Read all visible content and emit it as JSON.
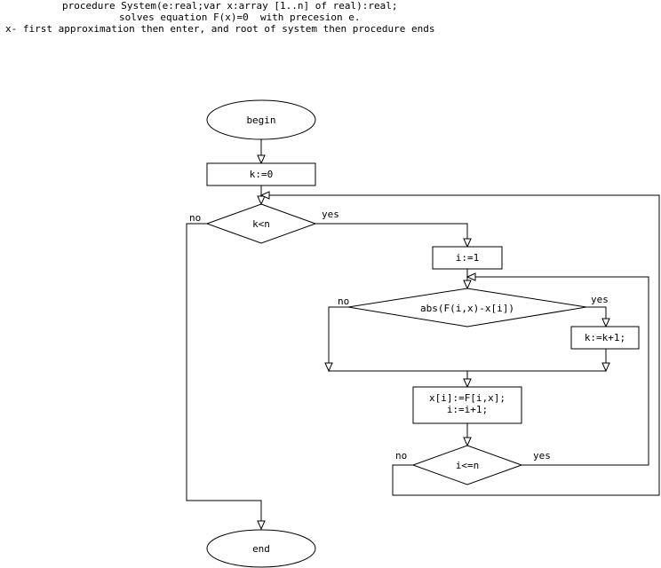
{
  "header": {
    "line1": "procedure System(e:real;var x:array [1..n] of real):real;",
    "line2": "solves equation F(x)=0  with precesion e.",
    "line3": "x- first approximation then enter, and root of system then procedure ends"
  },
  "nodes": {
    "begin": "begin",
    "k_init": "k:=0",
    "k_cond": "k<n",
    "i_init": "i:=1",
    "abs_cond": "abs(F(i,x)-x[i])",
    "k_inc": "k:=k+1;",
    "assign_line1": "x[i]:=F[i,x];",
    "assign_line2": "i:=i+1;",
    "i_cond": "i<=n",
    "end": "end"
  },
  "branch_labels": {
    "k_no": "no",
    "k_yes": "yes",
    "abs_no": "no",
    "abs_yes": "yes",
    "i_no": "no",
    "i_yes": "yes"
  }
}
